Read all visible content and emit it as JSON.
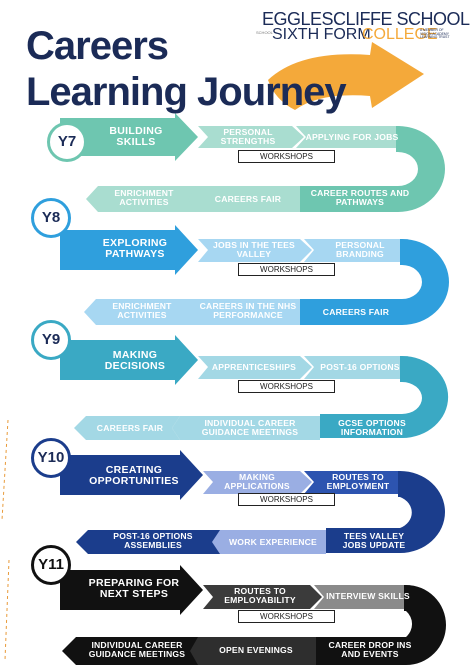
{
  "header": {
    "title_line1": "Careers",
    "title_line2": "Learning Journey"
  },
  "school": {
    "name": "EGGLESCLIFFE SCHOOL",
    "sub_prefix": "SIXTH FORM",
    "sub_suffix": "COLLEGE",
    "tagline": "A MEMBER OF VISION ACADEMY LEARNING TRUST",
    "side_text": "SCHOOL"
  },
  "common": {
    "workshops": "WORKSHOPS"
  },
  "colors": {
    "y7": "#6ec6b0",
    "y8": "#2f9fdd",
    "y9": "#3aa9c4",
    "y10": "#1b3d8c",
    "y11": "#111111",
    "title": "#1b2b57",
    "orange": "#f4a93a"
  },
  "years": {
    "y7": {
      "label": "Y7",
      "title": "BUILDING\nSKILLS",
      "top": [
        "PERSONAL\nSTRENGTHS",
        "APPLYING FOR JOBS"
      ],
      "bottom": [
        "ENRICHMENT\nACTIVITIES",
        "CAREERS FAIR",
        "CAREER ROUTES AND\nPATHWAYS"
      ]
    },
    "y8": {
      "label": "Y8",
      "title": "EXPLORING\nPATHWAYS",
      "top": [
        "JOBS IN THE TEES\nVALLEY",
        "PERSONAL\nBRANDING"
      ],
      "bottom": [
        "ENRICHMENT\nACTIVITIES",
        "CAREERS IN THE NHS\nPERFORMANCE",
        "CAREERS FAIR"
      ]
    },
    "y9": {
      "label": "Y9",
      "title": "MAKING\nDECISIONS",
      "top": [
        "APPRENTICESHIPS",
        "POST-16 OPTIONS"
      ],
      "bottom": [
        "CAREERS FAIR",
        "INDIVIDUAL CAREER\nGUIDANCE MEETINGS",
        "GCSE OPTIONS\nINFORMATION"
      ]
    },
    "y10": {
      "label": "Y10",
      "title": "CREATING\nOPPORTUNITIES",
      "top": [
        "MAKING\nAPPLICATIONS",
        "ROUTES TO\nEMPLOYMENT"
      ],
      "bottom": [
        "POST-16 OPTIONS\nASSEMBLIES",
        "WORK EXPERIENCE",
        "TEES VALLEY\nJOBS UPDATE"
      ]
    },
    "y11": {
      "label": "Y11",
      "title": "PREPARING FOR\nNEXT STEPS",
      "top": [
        "ROUTES TO\nEMPLOYABILITY",
        "INTERVIEW SKILLS"
      ],
      "bottom": [
        "INDIVIDUAL CAREER\nGUIDANCE MEETINGS",
        "OPEN EVENINGS",
        "CAREER DROP INS\nAND EVENTS"
      ]
    }
  }
}
